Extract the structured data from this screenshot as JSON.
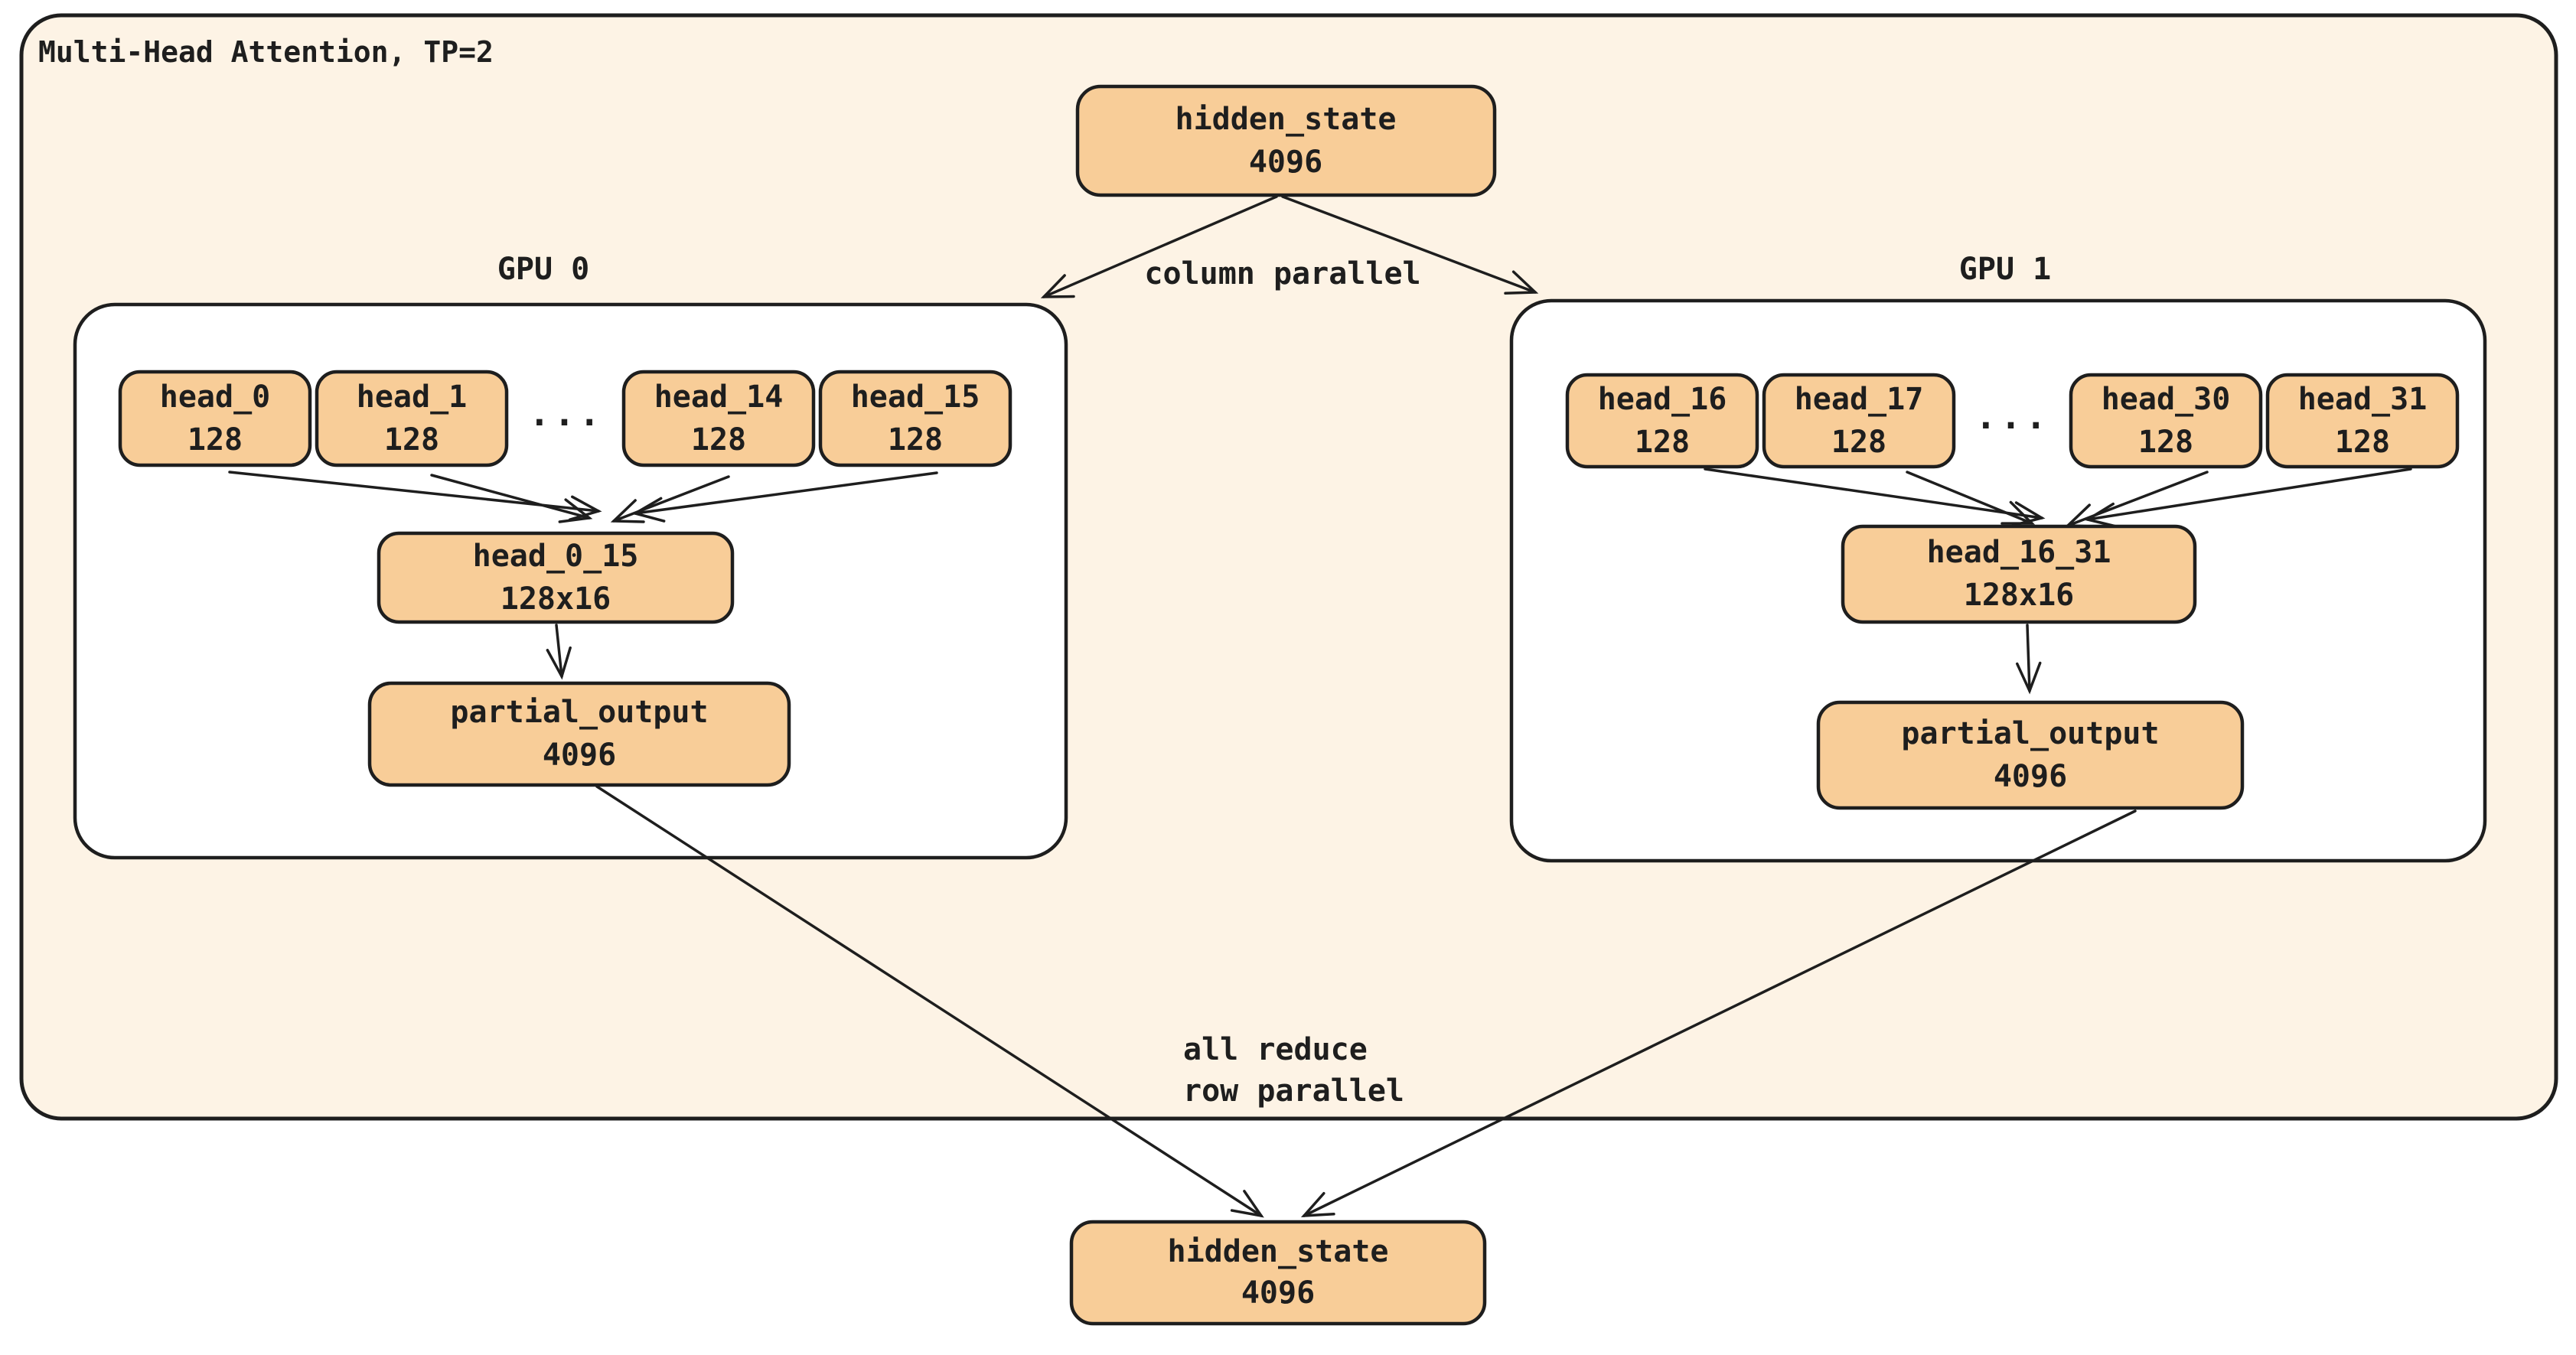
{
  "diagram": {
    "title": "Multi-Head Attention, TP=2",
    "labels": {
      "column_parallel": "column parallel",
      "all_reduce": "all reduce",
      "row_parallel": "row parallel",
      "ellipsis": "..."
    },
    "groups": {
      "gpu0": "GPU 0",
      "gpu1": "GPU 1"
    },
    "nodes": {
      "hidden_top": {
        "name": "hidden_state",
        "dim": "4096"
      },
      "gpu0_heads": [
        {
          "name": "head_0",
          "dim": "128"
        },
        {
          "name": "head_1",
          "dim": "128"
        },
        {
          "name": "head_14",
          "dim": "128"
        },
        {
          "name": "head_15",
          "dim": "128"
        }
      ],
      "gpu0_concat": {
        "name": "head_0_15",
        "dim": "128x16"
      },
      "gpu0_partial": {
        "name": "partial_output",
        "dim": "4096"
      },
      "gpu1_heads": [
        {
          "name": "head_16",
          "dim": "128"
        },
        {
          "name": "head_17",
          "dim": "128"
        },
        {
          "name": "head_30",
          "dim": "128"
        },
        {
          "name": "head_31",
          "dim": "128"
        }
      ],
      "gpu1_concat": {
        "name": "head_16_31",
        "dim": "128x16"
      },
      "gpu1_partial": {
        "name": "partial_output",
        "dim": "4096"
      },
      "hidden_bottom": {
        "name": "hidden_state",
        "dim": "4096"
      }
    },
    "colors": {
      "page_bg": "#ffffff",
      "container_fill": "#fdf3e5",
      "node_fill": "#f8cd98",
      "gpu_fill": "#ffffff",
      "stroke": "#1e1e1e"
    }
  }
}
